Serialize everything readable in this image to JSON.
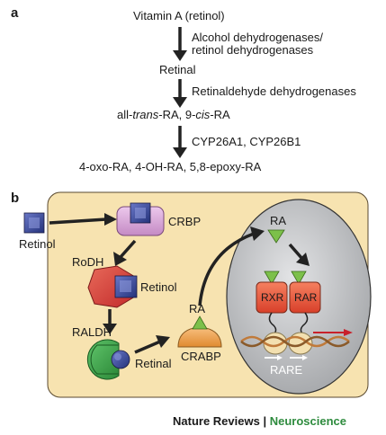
{
  "panel_a": {
    "label": "a",
    "steps": [
      "Vitamin A (retinol)",
      "Retinal",
      "all-",
      "trans",
      "-RA, 9-",
      "cis",
      "-RA",
      "4-oxo-RA, 4-OH-RA, 5,8-epoxy-RA"
    ],
    "enzymes": [
      "Alcohol dehydrogenases/",
      "retinol dehydrogenases",
      "Retinaldehyde dehydrogenases",
      "CYP26A1, CYP26B1"
    ]
  },
  "panel_b": {
    "label": "b",
    "retinol_out": "Retinol",
    "crbp": "CRBP",
    "rodh": "RoDH",
    "retinol_in": "Retinol",
    "raldh": "RALDH",
    "retinal": "Retinal",
    "ra_cyto": "RA",
    "crabp": "CRABP",
    "ra_nuc": "RA",
    "rxr": "RXR",
    "rar": "RAR",
    "rare": "RARE"
  },
  "footer": {
    "journal": "Nature Reviews",
    "separator": " | ",
    "section": "Neuroscience"
  },
  "colors": {
    "cell": "#f7e3b0",
    "nucleus": "#c8c9cb",
    "crbp": "#d8a8d8",
    "rodh": "#d84a4a",
    "raldh": "#3fa64a",
    "crabp": "#f0a050",
    "ra": "#7cc04a",
    "receptor": "#e85a3a",
    "retinol_sq": "#3a4a9a",
    "brand_green": "#2e8b3e"
  }
}
